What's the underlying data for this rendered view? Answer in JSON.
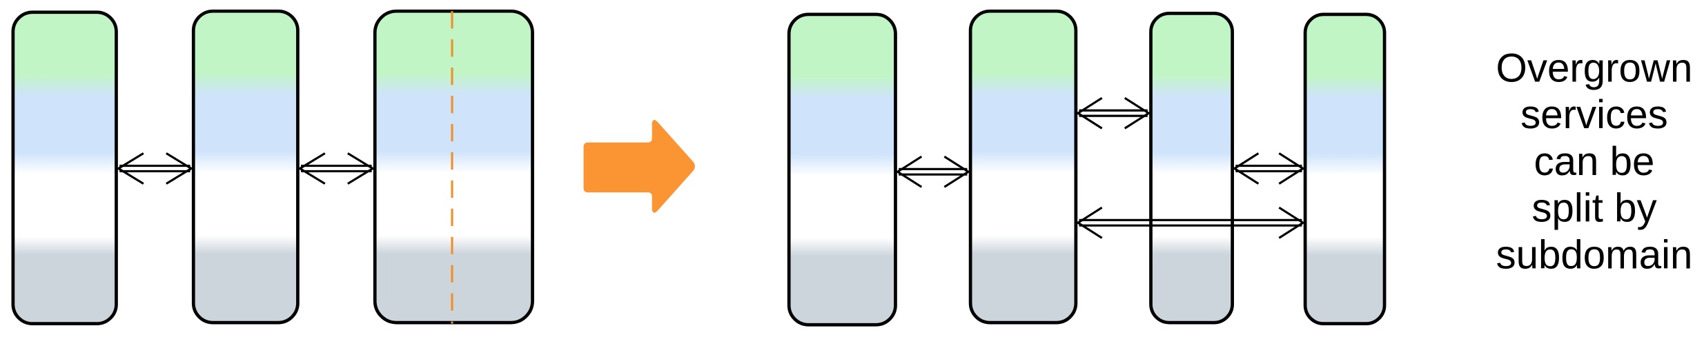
{
  "caption": {
    "lines": [
      "Overgrown",
      "services",
      "can be",
      "split by",
      "subdomain"
    ]
  },
  "colors": {
    "layer_top": "#c2f5c6",
    "layer_mid": "#cfe3fb",
    "layer_low": "#ffffff",
    "layer_bottom": "#ccd4dc",
    "transform_arrow": "#fb9533",
    "split_line": "#f0902a",
    "outline": "#000000"
  },
  "diagram": {
    "before_service_count": 3,
    "after_service_count": 4
  }
}
